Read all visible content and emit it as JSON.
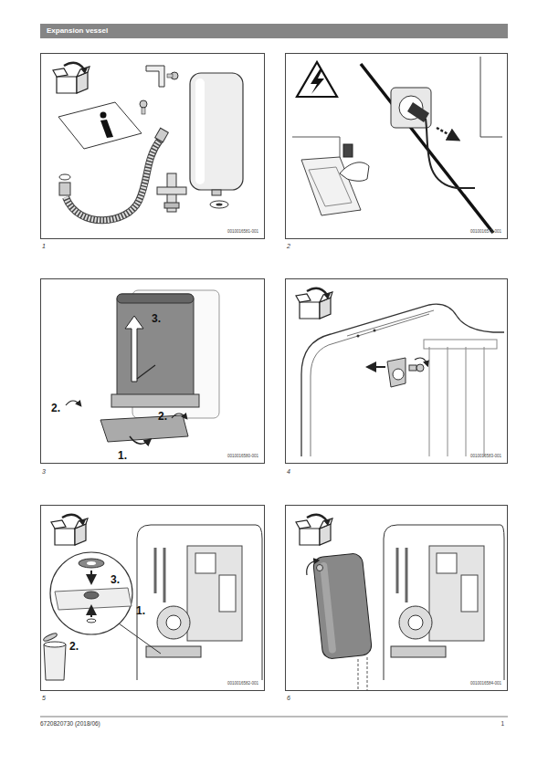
{
  "diagram": {
    "title": "Expansion vessel",
    "nodes": [
      {
        "text": [
          "0010016581-001"
        ]
      },
      {
        "text": [
          "0010016579-001"
        ]
      },
      {
        "text": [
          "3.",
          "2.",
          "2.",
          "1.",
          "0010016580-001"
        ]
      },
      {
        "text": [
          "0010016583-001"
        ]
      },
      {
        "text": [
          "3.",
          "1.",
          "2.",
          "0010016582-001"
        ]
      },
      {
        "text": [
          "0010016584-001"
        ]
      }
    ],
    "labels": [
      "1",
      "2",
      "3",
      "4",
      "5",
      "6",
      "6720820730 (2018/06)",
      "1"
    ]
  }
}
